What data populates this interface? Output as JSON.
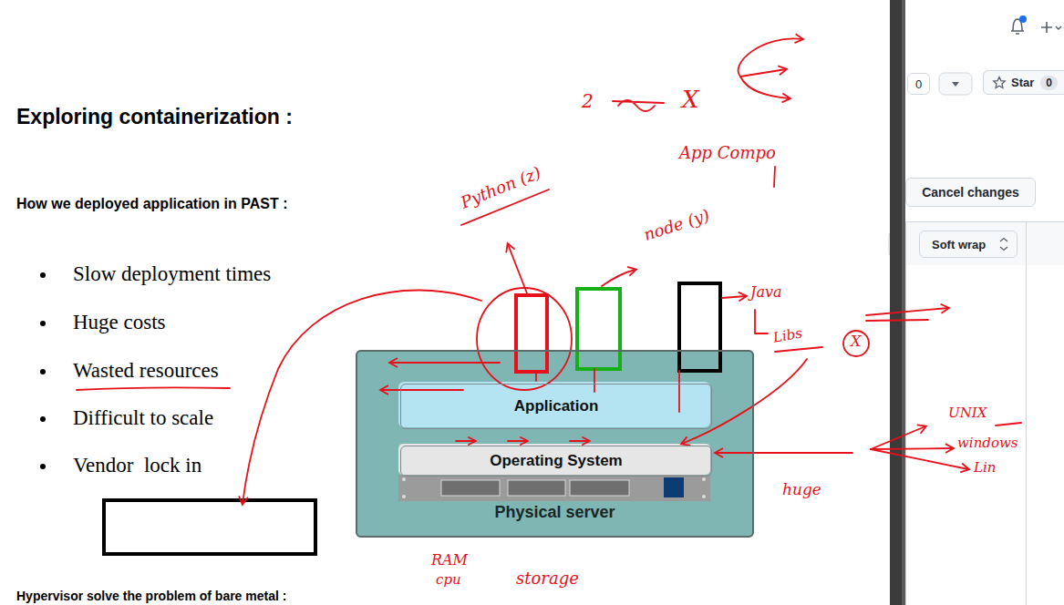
{
  "diagram": {
    "title": "Exploring containerization :",
    "nodes": [
      {
        "text": [
          "Physical server"
        ]
      },
      {
        "text": [
          "Application"
        ],
        "in": 0
      },
      {
        "text": [
          "Operating System"
        ],
        "in": 0
      },
      {
        "text": [
          "0"
        ]
      },
      {
        "text": [
          "Star",
          "0"
        ]
      },
      {
        "text": [
          "Cancel changes"
        ]
      },
      {
        "text": [
          "Soft wrap"
        ]
      }
    ],
    "labels": [
      "How we deployed application in PAST :",
      "Slow deployment times",
      "Huge costs",
      "Wasted resources",
      "Difficult to scale",
      "Vendor  lock in",
      "2",
      "X",
      "App Compo",
      "Python (z)",
      "node (y)",
      "Java",
      "Libs",
      "X",
      "UNIX",
      "windows",
      "Lin",
      "huge",
      "RAM",
      "cpu",
      "storage",
      "Hypervisor solve the problem of bare metal :"
    ]
  }
}
